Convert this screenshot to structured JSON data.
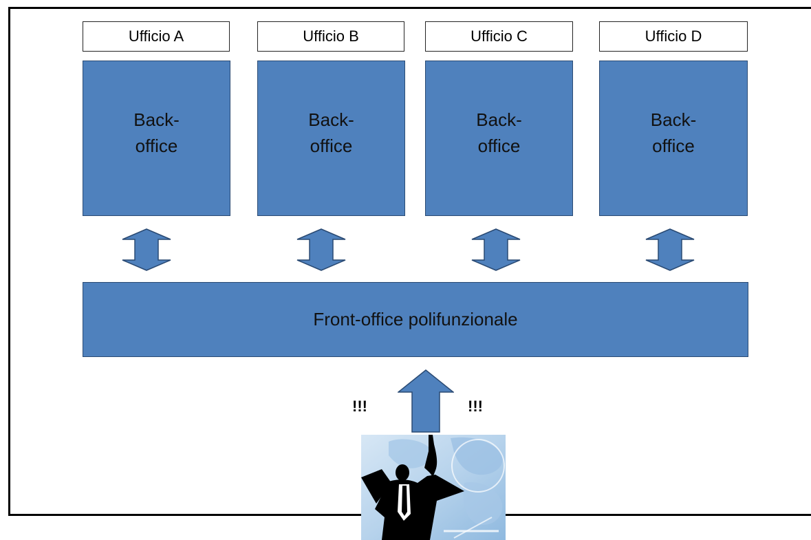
{
  "offices": [
    {
      "label": "Ufficio A",
      "back_line1": "Back-",
      "back_line2": "office"
    },
    {
      "label": "Ufficio B",
      "back_line1": "Back-",
      "back_line2": "office"
    },
    {
      "label": "Ufficio C",
      "back_line1": "Back-",
      "back_line2": "office"
    },
    {
      "label": "Ufficio D",
      "back_line1": "Back-",
      "back_line2": "office"
    }
  ],
  "front_office": "Front-office polifunzionale",
  "exclaim_left": "!!!",
  "exclaim_right": "!!!",
  "colors": {
    "box_fill": "#4f81bd",
    "arrow_fill": "#4f81bd",
    "image_tint": "#b7d3ec"
  },
  "image": {
    "icon": "businessman-silhouette-world-map"
  }
}
